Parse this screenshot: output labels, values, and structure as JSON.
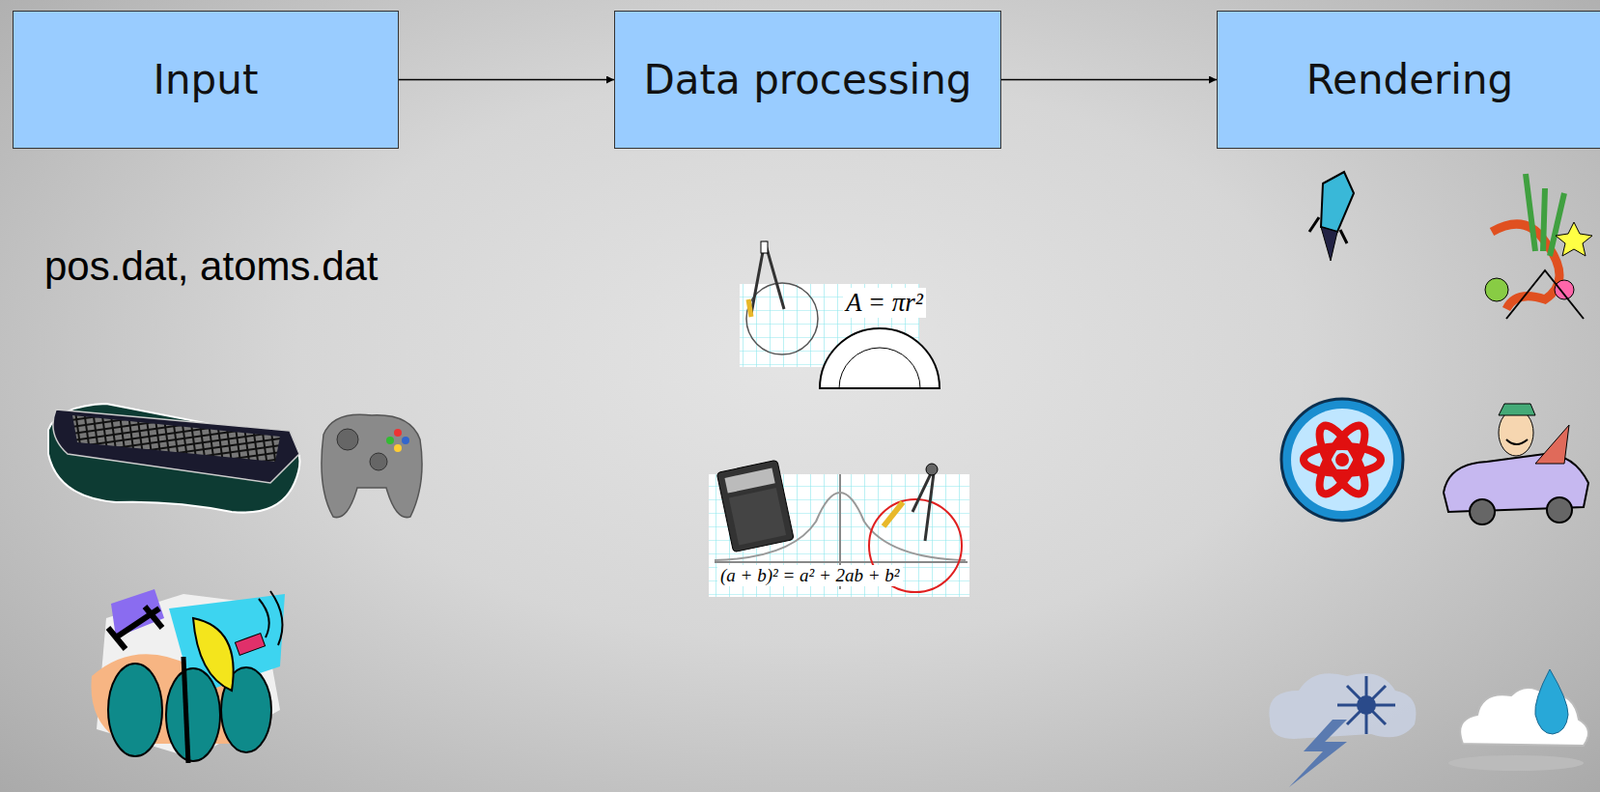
{
  "diagram": {
    "nodes": [
      {
        "text": [
          "Input"
        ]
      },
      {
        "text": [
          "Data processing"
        ]
      },
      {
        "text": [
          "Rendering"
        ]
      }
    ],
    "edges": [
      {
        "from": 0,
        "to": 1,
        "arrow": "to"
      },
      {
        "from": 1,
        "to": 2,
        "arrow": "to"
      }
    ],
    "labels": [
      "pos.dat, atoms.dat",
      "A = πr²",
      "(a + b)² = a² + 2ab + b²"
    ]
  }
}
